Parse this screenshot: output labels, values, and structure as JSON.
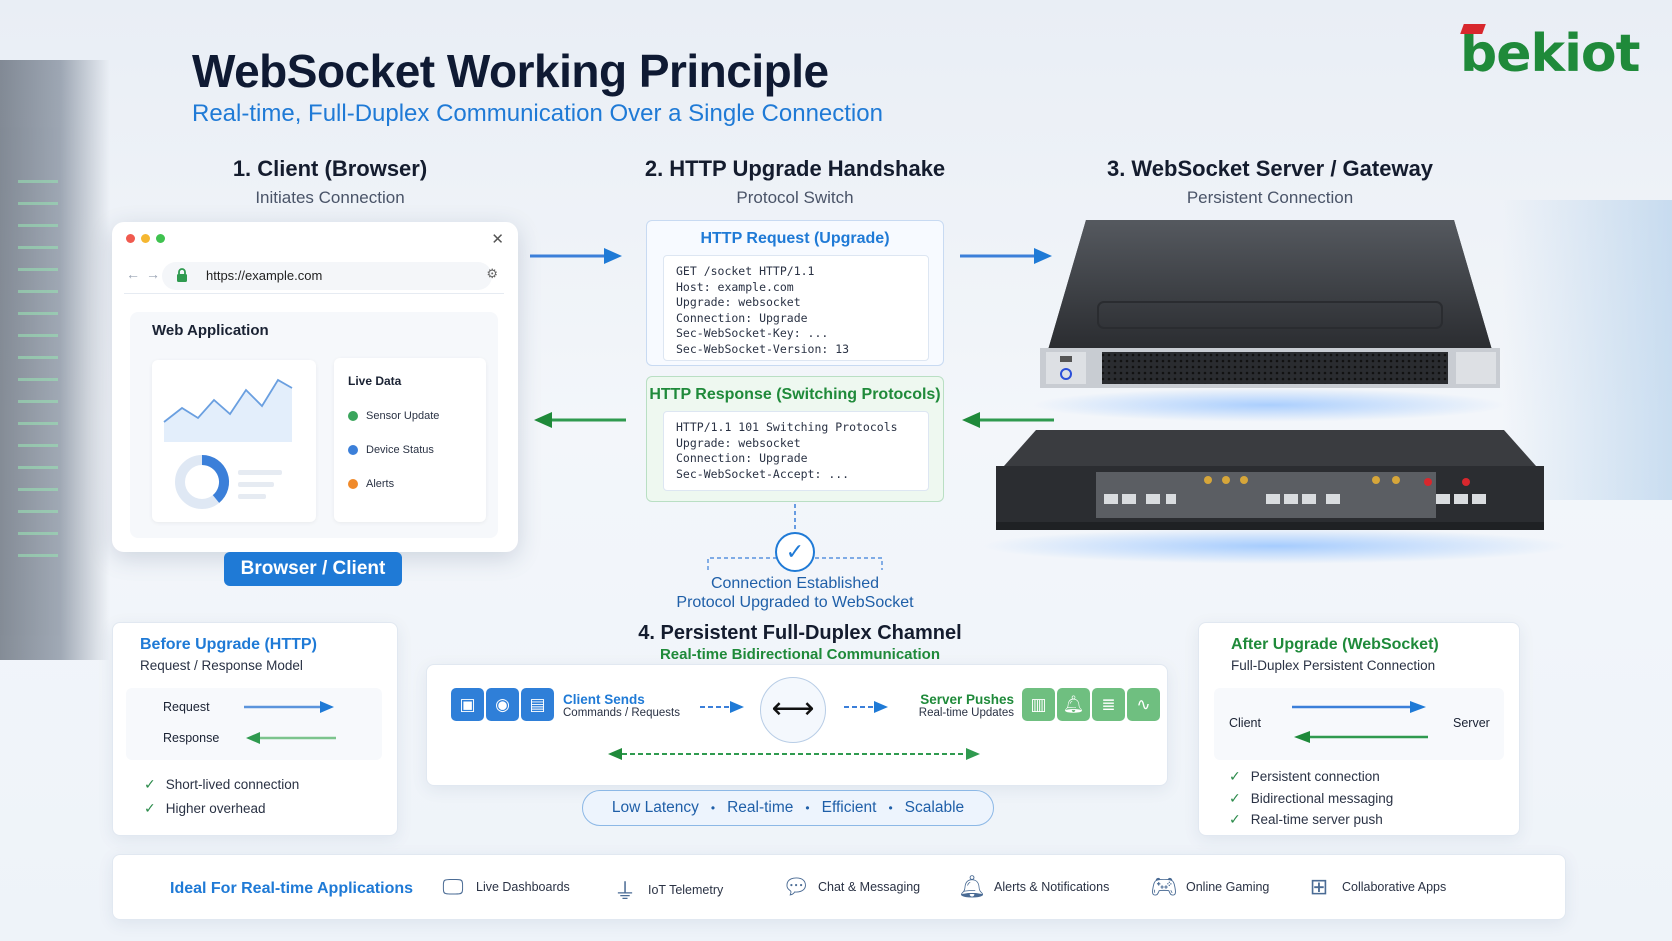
{
  "header": {
    "title": "WebSocket Working Principle",
    "subtitle": "Real-time, Full-Duplex Communication Over a Single Connection",
    "logo": "bekiot"
  },
  "steps": [
    {
      "title": "1. Client (Browser)",
      "sub": "Initiates Connection"
    },
    {
      "title": "2. HTTP Upgrade Handshake",
      "sub": "Protocol Switch"
    },
    {
      "title": "3. WebSocket Server / Gateway",
      "sub": "Persistent Connection"
    }
  ],
  "browser": {
    "url": "https://example.com",
    "app_title": "Web Application",
    "live_title": "Live Data",
    "live_items": [
      {
        "label": "Sensor Update",
        "color": "#3aa55c"
      },
      {
        "label": "Device Status",
        "color": "#3b7fd9"
      },
      {
        "label": "Alerts",
        "color": "#f08a2a"
      }
    ],
    "label": "Browser / Client"
  },
  "handshake": {
    "request_title": "HTTP Request (Upgrade)",
    "request_code": "GET /socket HTTP/1.1\nHost: example.com\nUpgrade: websocket\nConnection: Upgrade\nSec-WebSocket-Key: ...\nSec-WebSocket-Version: 13",
    "response_title": "HTTP Response (Switching Protocols)",
    "response_code": "HTTP/1.1 101 Switching Protocols\nUpgrade: websocket\nConnection: Upgrade\nSec-WebSocket-Accept: ...",
    "established_line1": "Connection Established",
    "established_line2": "Protocol Upgraded to WebSocket"
  },
  "before": {
    "title": "Before Upgrade (HTTP)",
    "sub": "Request / Response Model",
    "request": "Request",
    "response": "Response",
    "points": [
      "Short-lived connection",
      "Higher overhead"
    ]
  },
  "channel": {
    "title": "4. Persistent Full-Duplex Chamnel",
    "sub": "Real-time Bidirectional Communication",
    "client_title": "Client Sends",
    "client_sub": "Commands / Requests",
    "server_title": "Server Pushes",
    "server_sub": "Real-time Updates"
  },
  "features": [
    "Low Latency",
    "Real-time",
    "Efficient",
    "Scalable"
  ],
  "after": {
    "title": "After Upgrade (WebSocket)",
    "sub": "Full-Duplex Persistent Connection",
    "client": "Client",
    "server": "Server",
    "points": [
      "Persistent connection",
      "Bidirectional messaging",
      "Real-time server push"
    ]
  },
  "ideal": {
    "title": "Ideal For Real-time Applications",
    "apps": [
      {
        "label": "Live Dashboards",
        "icon": "dashboard-icon"
      },
      {
        "label": "IoT Telemetry",
        "icon": "telemetry-icon"
      },
      {
        "label": "Chat & Messaging",
        "icon": "chat-icon"
      },
      {
        "label": "Alerts & Notifications",
        "icon": "bell-icon"
      },
      {
        "label": "Online Gaming",
        "icon": "gamepad-icon"
      },
      {
        "label": "Collaborative Apps",
        "icon": "grid-icon"
      }
    ]
  },
  "colors": {
    "primary_blue": "#1f7ad6",
    "primary_green": "#1f8a3a",
    "logo_green": "#1f8a3a",
    "logo_red": "#d8272d"
  }
}
